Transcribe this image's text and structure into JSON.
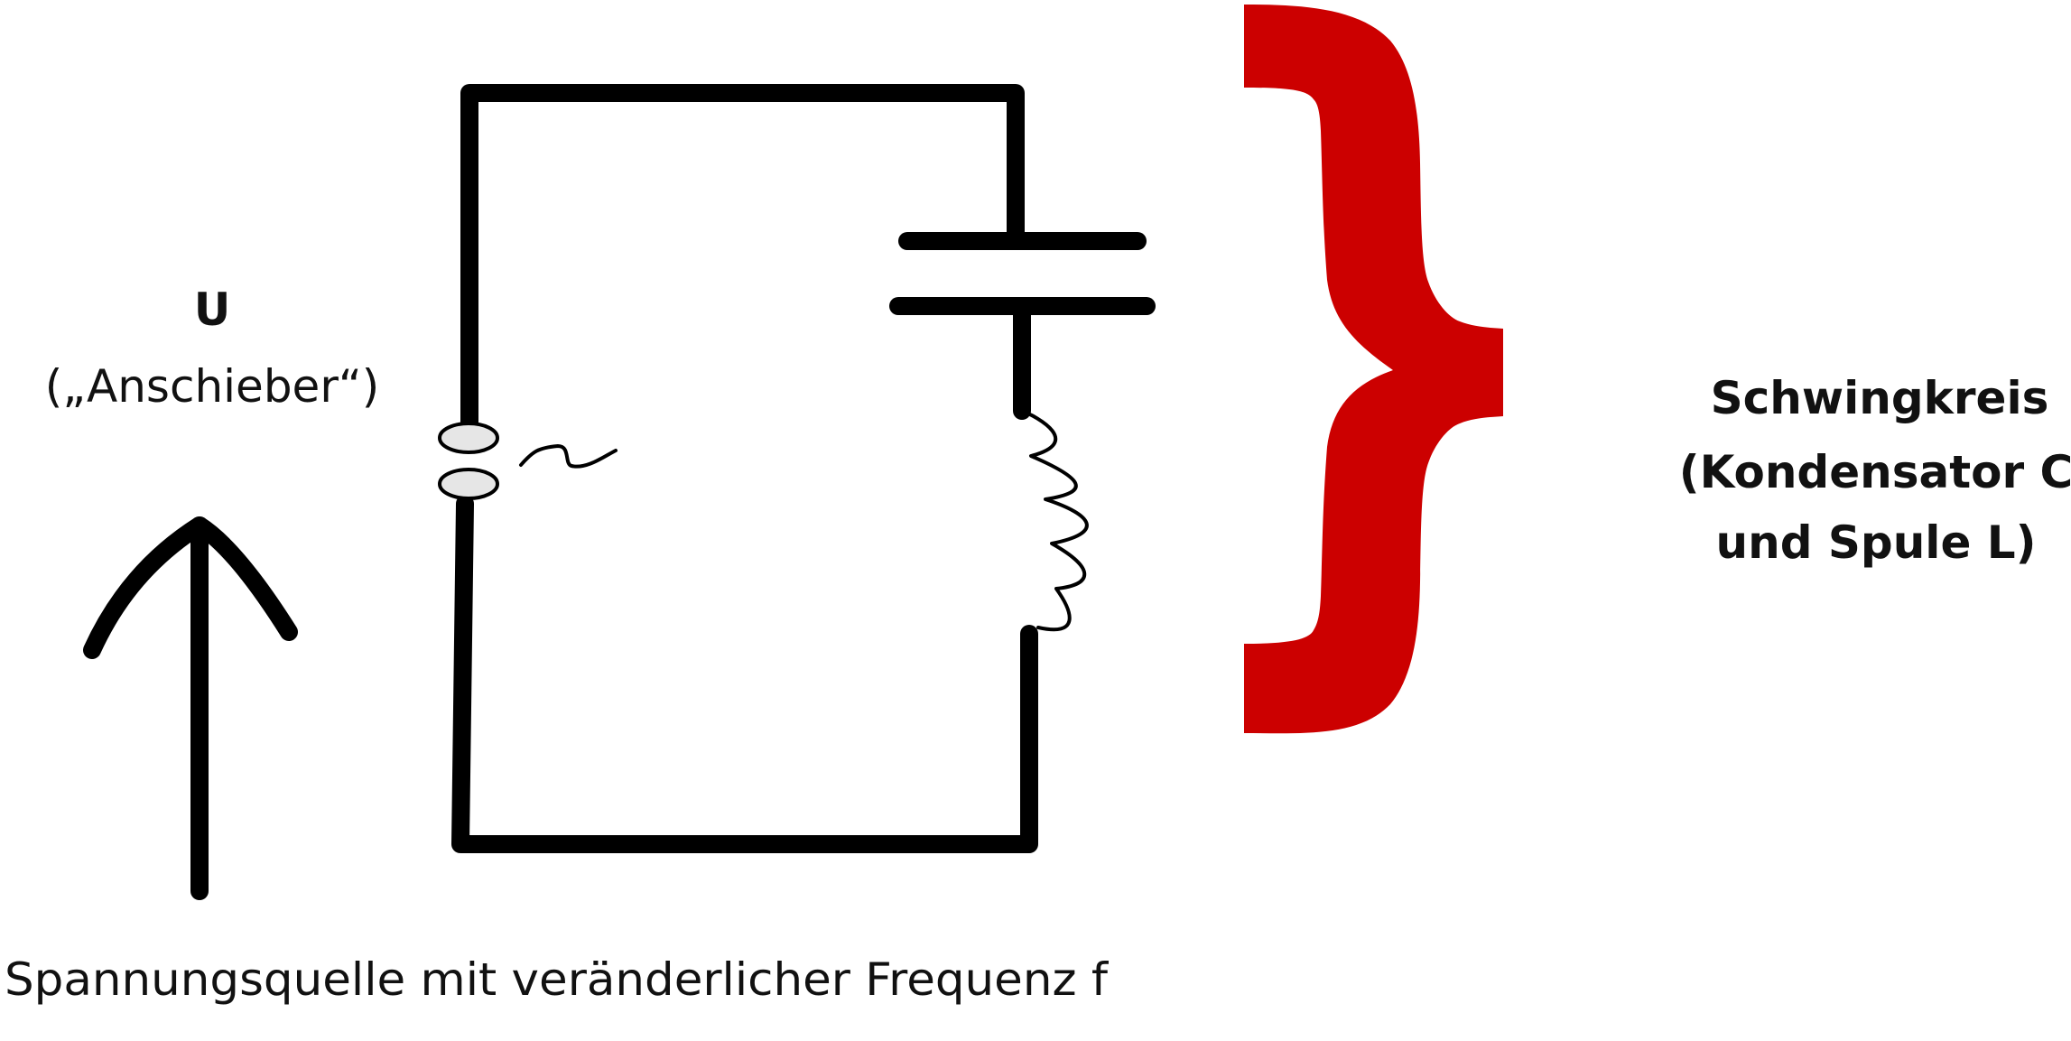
{
  "labels": {
    "voltage_symbol": "U",
    "voltage_note": "(„Anschieber“)",
    "source_caption": "Spannungsquelle mit veränderlicher Frequenz f",
    "circuit_title": "Schwingkreis",
    "circuit_line2": "(Kondensator C",
    "circuit_line3": "und Spule L)"
  },
  "colors": {
    "wire": "#000000",
    "brace": "#cc0000",
    "terminal_fill": "#e6e6e6"
  },
  "icons": {
    "ac_symbol": "tilde-ac-icon",
    "arrow": "up-arrow-icon",
    "capacitor": "capacitor-icon",
    "inductor": "coil-icon",
    "brace": "curly-brace-icon"
  }
}
